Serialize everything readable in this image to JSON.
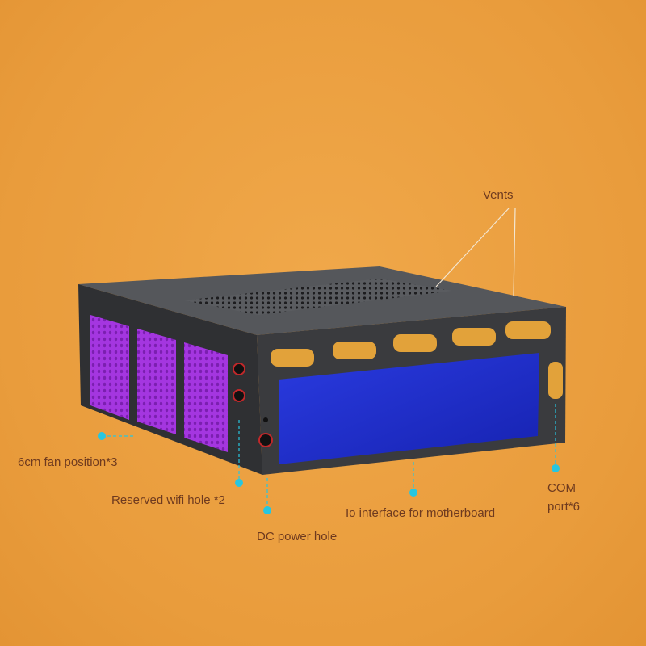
{
  "colors": {
    "background": "#eba243",
    "label_text": "#6e3a1f",
    "marker": "#27c6e0",
    "case": "#3a3b3d",
    "fan_grill": "#9a2fd6",
    "io_panel": "#1e2fd0",
    "com_port": "#e2a23a"
  },
  "labels": {
    "vents": "Vents",
    "fan": "6cm fan position*3",
    "wifi": "Reserved wifi hole *2",
    "dc": "DC power hole",
    "io": "Io interface for motherboard",
    "com_line1": "COM",
    "com_line2": "port*6"
  }
}
